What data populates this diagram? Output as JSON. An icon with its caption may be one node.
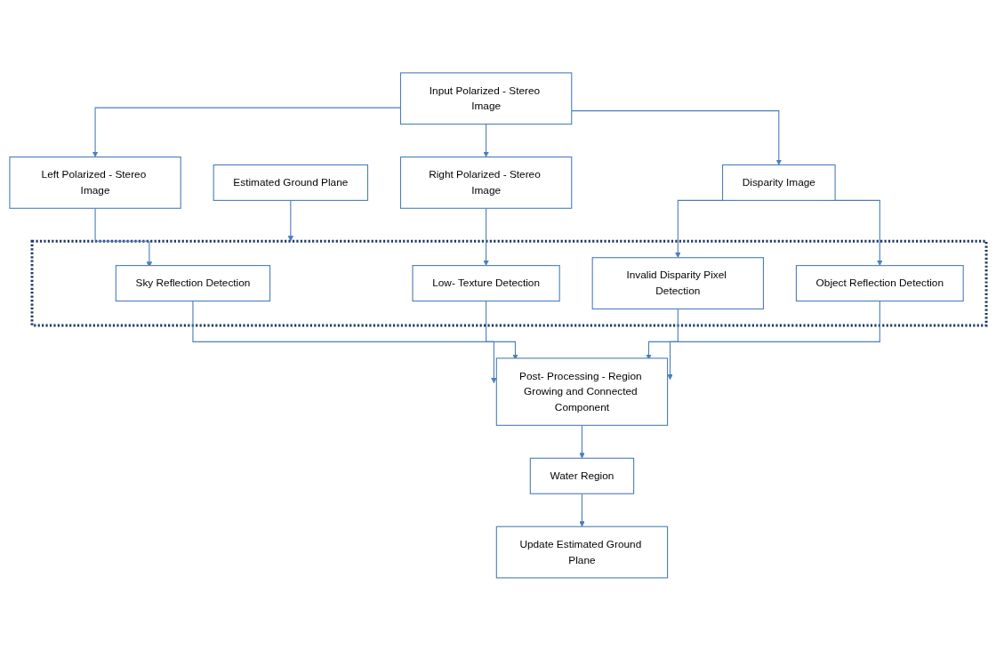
{
  "diagram": {
    "nodes": [
      {
        "text": [
          "Input Polarized - Stereo Image"
        ]
      },
      {
        "text": [
          "Estimated Ground Plane"
        ]
      },
      {
        "text": [
          "Left Polarized - Stereo Image"
        ]
      },
      {
        "text": [
          "Right Polarized - Stereo Image"
        ]
      },
      {
        "text": [
          "Disparity Image"
        ]
      },
      {
        "text": [],
        "shape": "box"
      },
      {
        "text": [
          "Sky Reflection Detection"
        ],
        "in": 5
      },
      {
        "text": [
          "Low- Texture Detection"
        ],
        "in": 5
      },
      {
        "text": [
          "Invalid Disparity Pixel Detection"
        ],
        "in": 5
      },
      {
        "text": [
          "Object Reflection Detection"
        ],
        "in": 5
      },
      {
        "text": [
          "Post- Processing - Region Growing and Connected Component"
        ]
      },
      {
        "text": [
          "Water Region"
        ]
      },
      {
        "text": [
          "Update Estimated Ground Plane"
        ]
      }
    ],
    "edges": [
      {
        "from": 0,
        "to": 2,
        "arrow": "to"
      },
      {
        "from": 0,
        "to": 3,
        "arrow": "to"
      },
      {
        "from": 0,
        "to": 4,
        "arrow": "to"
      },
      {
        "from": 2,
        "to": 6,
        "arrow": "to"
      },
      {
        "from": 3,
        "to": 7,
        "arrow": "to"
      },
      {
        "from": 4,
        "to": 8,
        "arrow": "to"
      },
      {
        "from": 4,
        "to": 9,
        "arrow": "to"
      },
      {
        "from": 1,
        "to": 5,
        "arrow": "to"
      },
      {
        "from": 6,
        "to": 10,
        "arrow": "to"
      },
      {
        "from": 7,
        "to": 10,
        "arrow": "to"
      },
      {
        "from": 8,
        "to": 10,
        "arrow": "to"
      },
      {
        "from": 9,
        "to": 10,
        "arrow": "to"
      },
      {
        "from": 10,
        "to": 11,
        "arrow": "to"
      },
      {
        "from": 11,
        "to": 12,
        "arrow": "to"
      }
    ]
  }
}
